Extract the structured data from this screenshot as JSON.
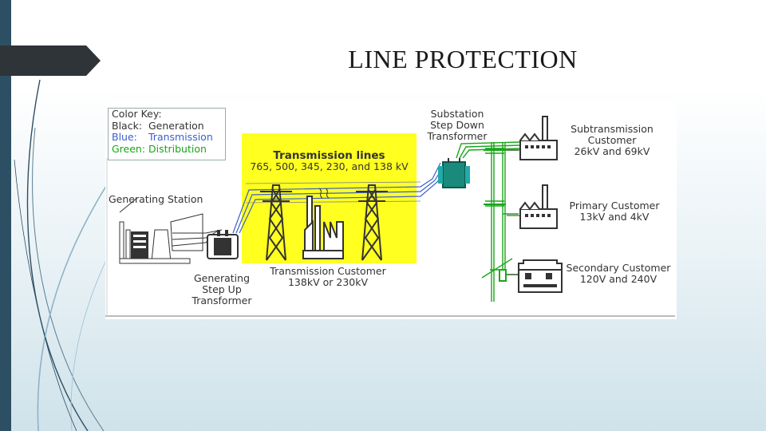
{
  "slide": {
    "title": "LINE PROTECTION"
  },
  "color_key": {
    "heading": "Color Key:",
    "rows": [
      {
        "name": "Black:",
        "meaning": "Generation",
        "color": "#333333"
      },
      {
        "name": "Blue:",
        "meaning": "Transmission",
        "color": "#3a5fcd"
      },
      {
        "name": "Green:",
        "meaning": "Distribution",
        "color": "#1aa51a"
      }
    ]
  },
  "labels": {
    "generating_station": "Generating Station",
    "step_up_1": "Generating",
    "step_up_2": "Step Up",
    "step_up_3": "Transformer",
    "transmission_lines_title": "Transmission lines",
    "transmission_lines_voltages": "765, 500, 345, 230, and 138 kV",
    "transmission_customer_1": "Transmission Customer",
    "transmission_customer_2": "138kV or 230kV",
    "substation_1": "Substation",
    "substation_2": "Step Down",
    "substation_3": "Transformer",
    "subtransmission_1": "Subtransmission",
    "subtransmission_2": "Customer",
    "subtransmission_3": "26kV and 69kV",
    "primary_1": "Primary Customer",
    "primary_2": "13kV and 4kV",
    "secondary_1": "Secondary Customer",
    "secondary_2": "120V and 240V"
  },
  "colors": {
    "generation": "#333333",
    "transmission": "#3a5fcd",
    "distribution": "#1aa51a",
    "highlight": "#ffff20",
    "accent_dark": "#2d4f63"
  }
}
